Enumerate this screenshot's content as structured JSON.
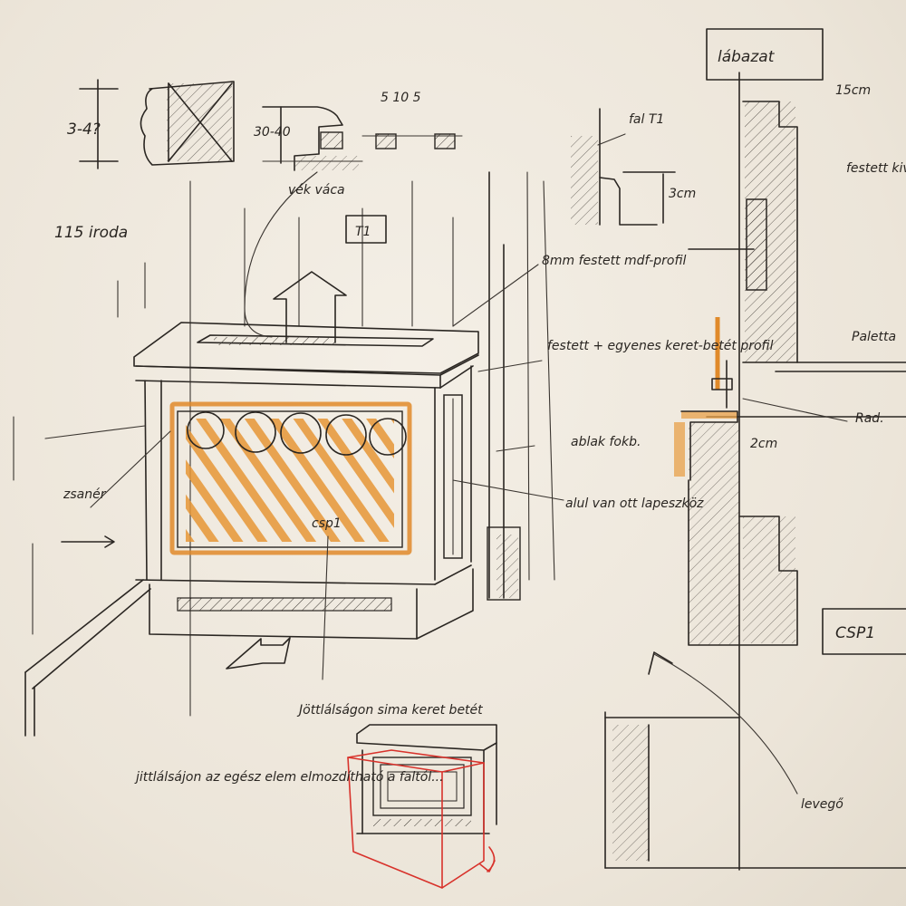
{
  "labels": {
    "dim_3_4": "3-4?",
    "dim_spacing": "5 10 5",
    "dim_30_40": "30-40",
    "vek_vaca": "vék váca",
    "room": "115 iroda",
    "t1_box": "T1",
    "fal_t1": "fal T1",
    "dim_3cm": "3cm",
    "mdf_profile": "8mm festett mdf-profil",
    "painted_frame": "festett + egyenes keret-betét profil",
    "window_frame": "ablak fokb.",
    "bottom_opening": "alul van ott lapeszköz",
    "zsanir": "zsanér",
    "csp1_small": "csp1",
    "labazat": "lábazat",
    "dim_15cm": "15cm",
    "festett_ral": "festett kiv: RAL",
    "parketta": "Paletta",
    "rad": "Rad.",
    "dim_2cm": "2cm",
    "csp1_box": "CSP1",
    "levego": "levegő",
    "side_note_title": "Jöttlálságon sima keret betét",
    "side_note_left": "jittlálsájon az egész elem elmozdítható a faltól..."
  }
}
